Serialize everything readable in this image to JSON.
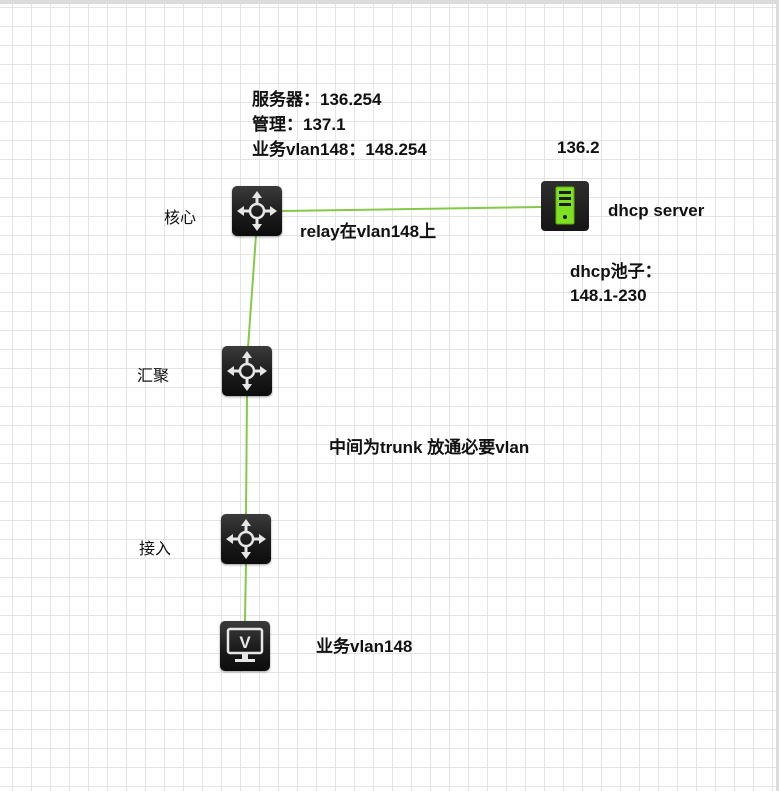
{
  "nodes": {
    "core": {
      "label": "核心",
      "icon": "router-switch-icon"
    },
    "aggregation": {
      "label": "汇聚",
      "icon": "router-switch-icon"
    },
    "access": {
      "label": "接入",
      "icon": "router-switch-icon"
    },
    "server": {
      "label": "dhcp server",
      "ip": "136.2",
      "icon": "server-icon"
    },
    "pc": {
      "label": "业务vlan148",
      "icon": "vlan-monitor-icon"
    }
  },
  "annotations": {
    "core_ips": [
      "服务器：136.254",
      "管理：137.1",
      "业务vlan148：148.254"
    ],
    "relay": "relay在vlan148上",
    "dhcp_pool_title": "dhcp池子：",
    "dhcp_pool_range": "148.1-230",
    "trunk_note": "中间为trunk 放通必要vlan"
  },
  "pc_screen_letter": "V",
  "colors": {
    "link": "#86c84a",
    "server_accent": "#7ee020",
    "grid": "#e4e4e4"
  }
}
